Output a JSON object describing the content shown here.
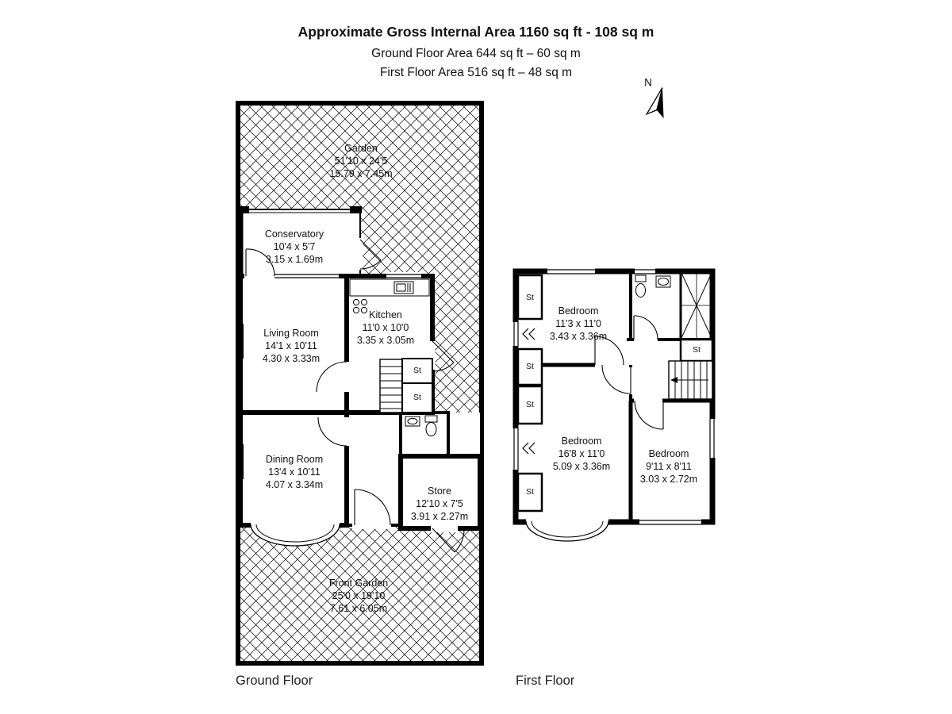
{
  "header": {
    "line1": "Approximate Gross Internal Area 1160 sq ft - 108 sq m",
    "line2": "Ground Floor Area 644 sq ft – 60 sq m",
    "line3": "First Floor Area 516 sq ft – 48 sq m"
  },
  "compass": {
    "north_label": "N"
  },
  "ground_floor": {
    "floor_label": "Ground Floor",
    "rooms": {
      "garden": {
        "name": "Garden",
        "dims_ft": "51'10 x 24'5",
        "dims_m": "15.79 x 7.45m"
      },
      "conservatory": {
        "name": "Conservatory",
        "dims_ft": "10'4 x 5'7",
        "dims_m": "3.15 x 1.69m"
      },
      "living_room": {
        "name": "Living Room",
        "dims_ft": "14'1 x 10'11",
        "dims_m": "4.30 x 3.33m"
      },
      "kitchen": {
        "name": "Kitchen",
        "dims_ft": "11'0 x 10'0",
        "dims_m": "3.35 x 3.05m"
      },
      "dining_room": {
        "name": "Dining Room",
        "dims_ft": "13'4 x 10'11",
        "dims_m": "4.07 x 3.34m"
      },
      "store": {
        "name": "Store",
        "dims_ft": "12'10 x 7'5",
        "dims_m": "3.91 x 2.27m"
      },
      "front_garden": {
        "name": "Front Garden",
        "dims_ft": "25'0 x 19'10",
        "dims_m": "7.61 x 6.05m"
      }
    },
    "cupboards": [
      "St",
      "St"
    ]
  },
  "first_floor": {
    "floor_label": "First Floor",
    "rooms": {
      "bedroom1": {
        "name": "Bedroom",
        "dims_ft": "11'3 x 11'0",
        "dims_m": "3.43 x 3.36m"
      },
      "bedroom2": {
        "name": "Bedroom",
        "dims_ft": "16'8 x 11'0",
        "dims_m": "5.09 x 3.36m"
      },
      "bedroom3": {
        "name": "Bedroom",
        "dims_ft": "9'11 x 8'11",
        "dims_m": "3.03 x 2.72m"
      }
    },
    "cupboards": [
      "St",
      "St",
      "St",
      "St",
      "St"
    ]
  }
}
